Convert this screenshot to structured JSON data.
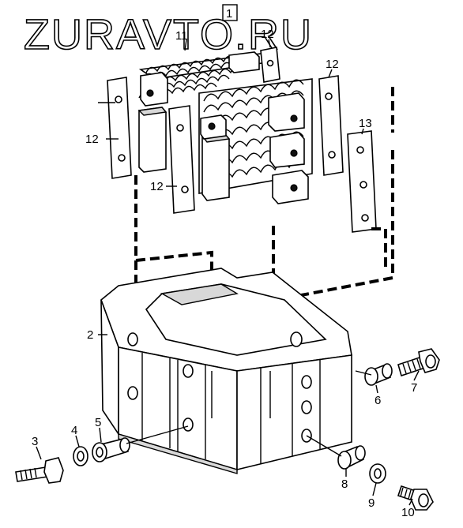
{
  "watermark": {
    "text": "ZURAVTO.RU"
  },
  "callouts": {
    "c1": "1",
    "c11": "11",
    "c12a": "12",
    "c12b": "12",
    "c12c": "12",
    "c12d": "12",
    "c13": "13",
    "c2": "2",
    "c3": "3",
    "c4": "4",
    "c5": "5",
    "c6": "6",
    "c7": "7",
    "c8": "8",
    "c9": "9",
    "c10": "10"
  }
}
